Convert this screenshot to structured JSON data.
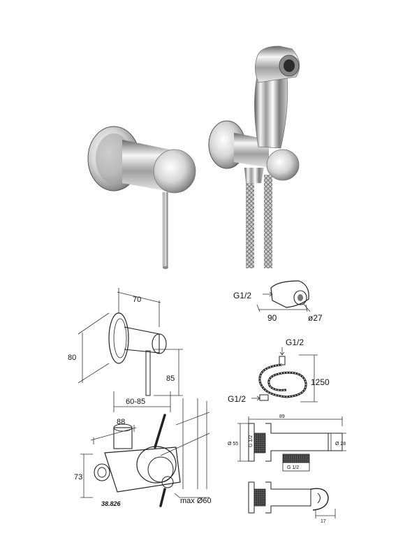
{
  "diagram": {
    "model_code": "38.826",
    "labels": {
      "mixer_width": "70",
      "mixer_height": "80",
      "lever_length": "85",
      "depth_range": "60-85",
      "body_width": "88",
      "body_height": "73",
      "max_diameter": "max  Ø60",
      "handshower_thread": "G1/2",
      "handshower_length": "90",
      "handshower_diameter": "ø27",
      "hose_thread_top": "G1/2",
      "hose_thread_bottom": "G1/2",
      "hose_length": "1250",
      "holder_width": "89",
      "holder_diameter": "Ø 55",
      "holder_thread": "G 1/2",
      "holder_inlet": "G 1/2",
      "holder_outlet_diameter": "Ø 28",
      "holder_offset": "17"
    }
  }
}
